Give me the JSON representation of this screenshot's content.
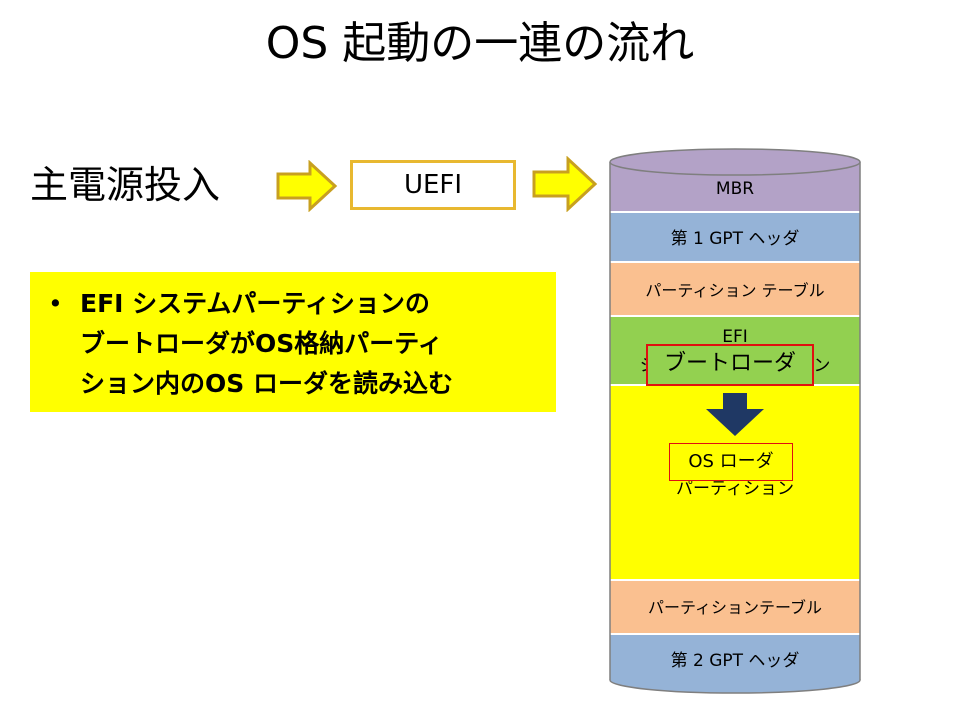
{
  "title": "OS 起動の一連の流れ",
  "power_on": "主電源投入",
  "uefi": "UEFI",
  "note": {
    "bullet": "•",
    "lines": [
      "EFI システムパーティションの",
      "ブートローダがOS格納パーティ",
      "ション内のOS ローダを読み込む"
    ]
  },
  "disk": {
    "layers": {
      "mbr": "MBR",
      "gpt_header_1": "第 1 GPT ヘッダ",
      "partition_table_1": "パーティション テーブル",
      "efi_line1": "EFI",
      "efi_line2": "システム パーティション",
      "os_partition": "パーティション",
      "partition_table_2": "パーティションテーブル",
      "gpt_header_2": "第 2 GPT ヘッダ"
    },
    "boot_loader": "ブートローダ",
    "os_loader": "OS ローダ"
  },
  "colors": {
    "arrow_fill": "#ffff00",
    "arrow_stroke": "#c8a020",
    "mbr": "#b3a2c7",
    "gpt_header": "#95b3d7",
    "partition_table": "#fac090",
    "efi_partition": "#92d050",
    "os_partition": "#ffff00",
    "down_arrow": "#1f3864",
    "highlight_border": "#e01010"
  }
}
